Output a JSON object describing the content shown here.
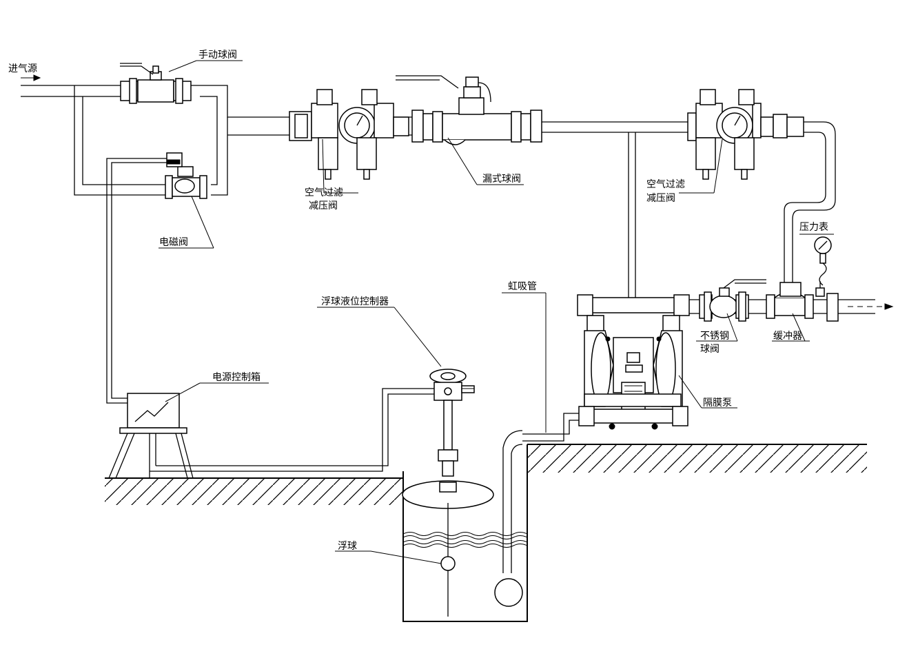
{
  "labels": {
    "air_inlet": "进气源",
    "manual_ball_valve": "手动球阀",
    "solenoid_valve": "电磁阀",
    "filter_regulator_1_line1": "空气过滤",
    "filter_regulator_1_line2": "减压阀",
    "leak_ball_valve": "漏式球阀",
    "filter_regulator_2_line1": "空气过滤",
    "filter_regulator_2_line2": "减压阀",
    "pressure_gauge": "压力表",
    "siphon_pipe": "虹吸管",
    "float_level_controller": "浮球液位控制器",
    "ss_ball_valve_line1": "不锈钢",
    "ss_ball_valve_line2": "球阀",
    "pulsation_damper": "缓冲器",
    "diaphragm_pump": "隔膜泵",
    "power_control_box": "电源控制箱",
    "float_ball": "浮球"
  }
}
